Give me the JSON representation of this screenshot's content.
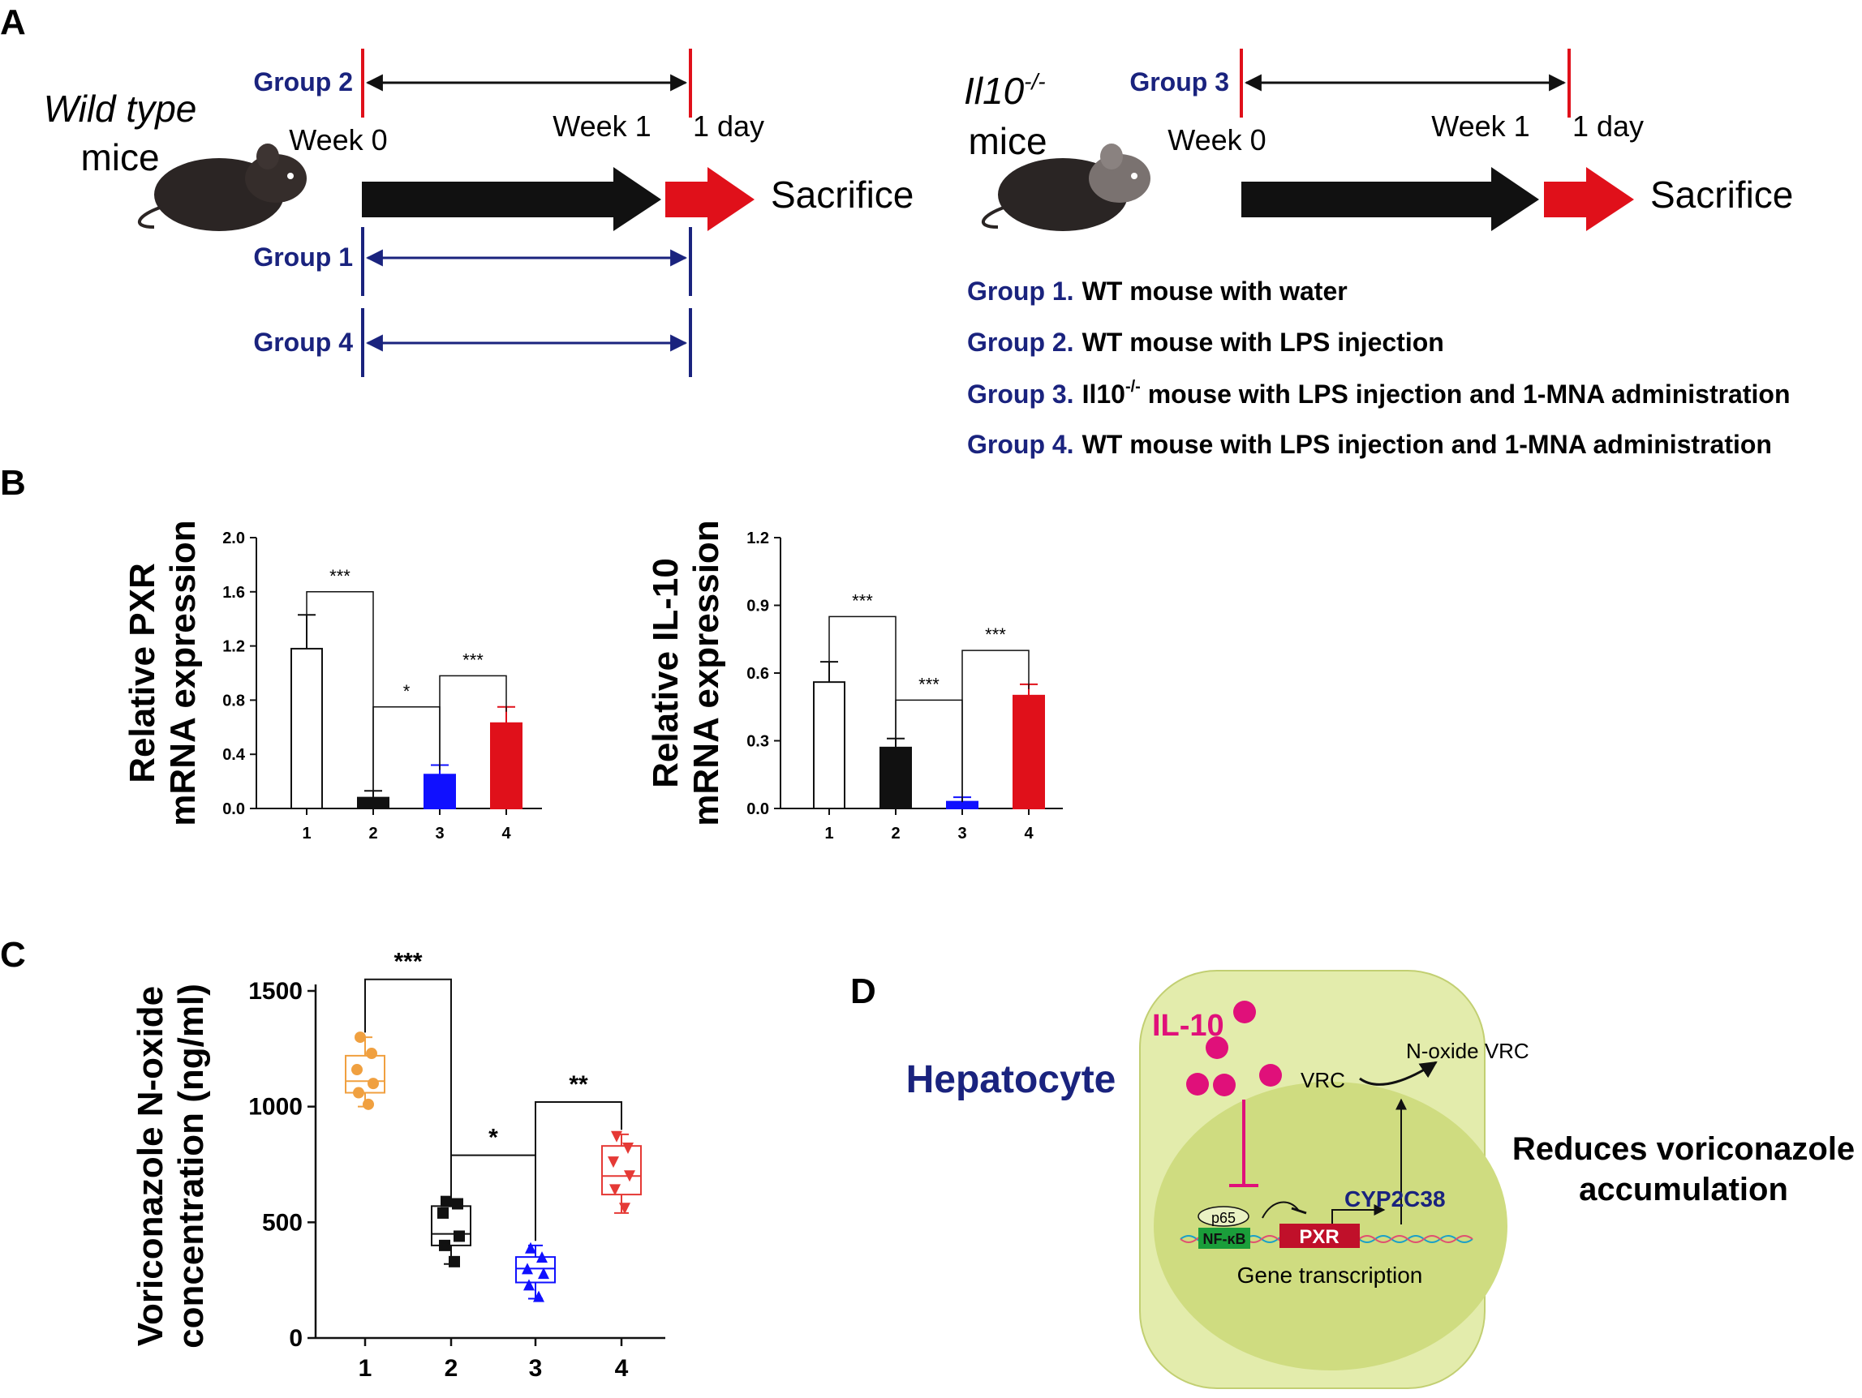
{
  "panels": {
    "a": "A",
    "b": "B",
    "c": "C",
    "d": "D"
  },
  "colors": {
    "navy": "#1a237e",
    "red": "#e0101a",
    "black": "#111111",
    "blue": "#1010ff",
    "orange": "#f0a040",
    "boxred": "#e53935",
    "pink": "#e0107a",
    "cell": "#e3ecac",
    "nucleus": "#cfdc80",
    "nfkb": "#1a9e3a",
    "pxr": "#c0102a"
  },
  "panel_a": {
    "wt_label_1": "Wild type",
    "wt_label_2": "mice",
    "ko_label_1": "Il10",
    "ko_label_sup": "-/-",
    "ko_label_2": "mice",
    "week0": "Week 0",
    "week1": "Week 1",
    "day1": "1 day",
    "sacrifice": "Sacrifice",
    "group1": "Group 1",
    "group2": "Group 2",
    "group3": "Group 3",
    "group4": "Group 4",
    "legend": [
      {
        "num": "Group 1.",
        "desc": "WT mouse with water"
      },
      {
        "num": "Group 2.",
        "desc": "WT mouse with LPS injection"
      },
      {
        "num": "Group 3.",
        "desc_pre": "Il10",
        "desc_sup": "-/-",
        "desc": " mouse with LPS injection and 1-MNA administration"
      },
      {
        "num": "Group 4.",
        "desc": "WT mouse with LPS injection and 1-MNA administration"
      }
    ]
  },
  "chart_data": [
    {
      "id": "pxr",
      "type": "bar",
      "ylabel_1": "Relative PXR",
      "ylabel_2": "mRNA expression",
      "categories": [
        "1",
        "2",
        "3",
        "4"
      ],
      "values": [
        1.18,
        0.08,
        0.25,
        0.63
      ],
      "errors": [
        0.25,
        0.05,
        0.07,
        0.12
      ],
      "ylim": [
        0,
        2.0
      ],
      "yticks": [
        "0.0",
        "0.4",
        "0.8",
        "1.2",
        "1.6",
        "2.0"
      ],
      "sig": [
        "***",
        "*",
        "***"
      ]
    },
    {
      "id": "il10",
      "type": "bar",
      "ylabel_1": "Relative IL-10",
      "ylabel_2": "mRNA expression",
      "categories": [
        "1",
        "2",
        "3",
        "4"
      ],
      "values": [
        0.56,
        0.27,
        0.03,
        0.5
      ],
      "errors": [
        0.09,
        0.04,
        0.02,
        0.05
      ],
      "ylim": [
        0,
        1.2
      ],
      "yticks": [
        "0.0",
        "0.3",
        "0.6",
        "0.9",
        "1.2"
      ],
      "sig": [
        "***",
        "***",
        "***"
      ]
    },
    {
      "id": "vrc",
      "type": "box",
      "ylabel_1": "Voriconazole N-oxide",
      "ylabel_2": "concentration (ng/ml)",
      "categories": [
        "1",
        "2",
        "3",
        "4"
      ],
      "ylim": [
        0,
        1500
      ],
      "yticks": [
        "0",
        "500",
        "1000",
        "1500"
      ],
      "boxes": [
        {
          "min": 1000,
          "q1": 1060,
          "median": 1110,
          "q3": 1220,
          "max": 1300,
          "points": [
            1300,
            1230,
            1160,
            1100,
            1060,
            1010
          ]
        },
        {
          "min": 320,
          "q1": 400,
          "median": 450,
          "q3": 570,
          "max": 590,
          "points": [
            590,
            580,
            540,
            440,
            400,
            330
          ]
        },
        {
          "min": 170,
          "q1": 240,
          "median": 300,
          "q3": 350,
          "max": 400,
          "points": [
            390,
            350,
            300,
            280,
            230,
            180
          ]
        },
        {
          "min": 540,
          "q1": 620,
          "median": 700,
          "q3": 830,
          "max": 880,
          "points": [
            870,
            820,
            760,
            700,
            640,
            560
          ]
        }
      ],
      "sig": [
        "***",
        "*",
        "**"
      ]
    }
  ],
  "panel_d": {
    "hepatocyte": "Hepatocyte",
    "il10": "IL-10",
    "vrc": "VRC",
    "noxide": "N-oxide VRC",
    "p65": "p65",
    "nfkb": "NF-κB",
    "pxr": "PXR",
    "cyp": "CYP2C38",
    "gene": "Gene transcription",
    "reduces_1": "Reduces voriconazole",
    "reduces_2": "accumulation"
  }
}
